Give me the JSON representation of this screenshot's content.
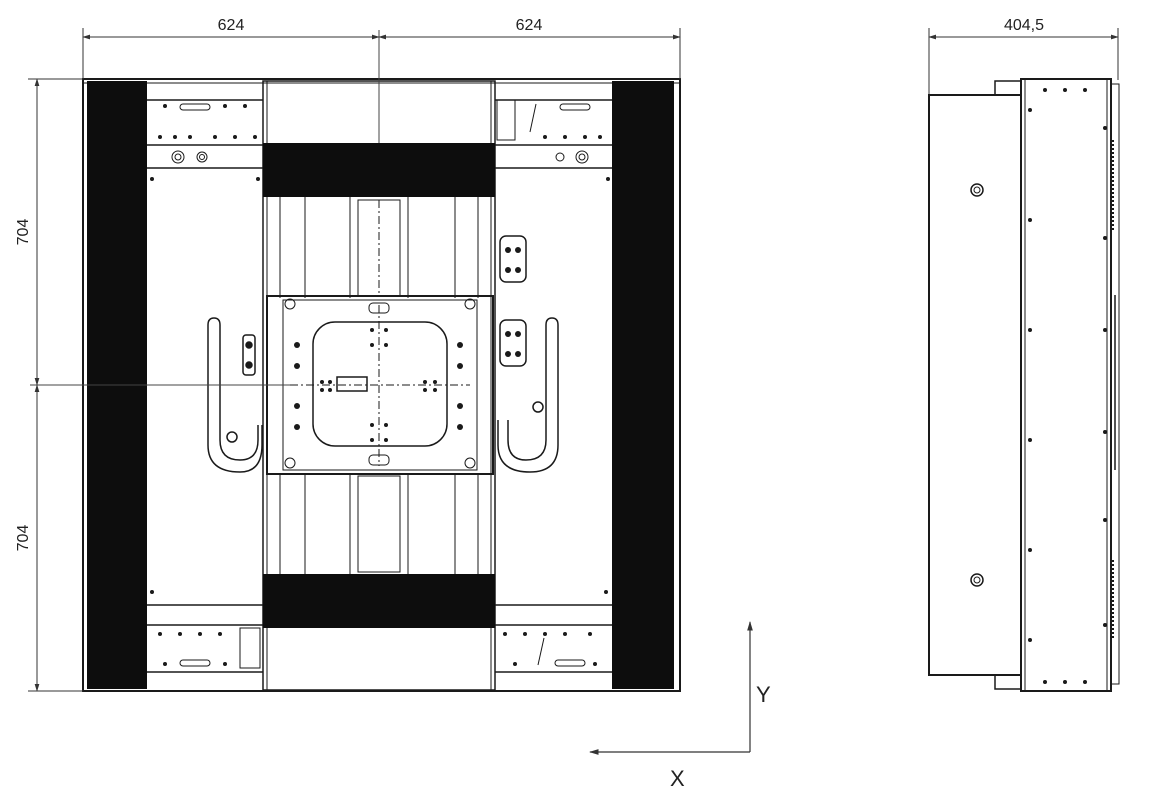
{
  "dimensions": {
    "top_left": "624",
    "top_right": "624",
    "side_width": "404,5",
    "left_upper": "704",
    "left_lower": "704"
  },
  "axes": {
    "y_label": "Y",
    "x_label": "X"
  },
  "colors": {
    "line": "#1a1a1a",
    "fill_dark": "#0d0d0d",
    "dim_line": "#333333"
  }
}
